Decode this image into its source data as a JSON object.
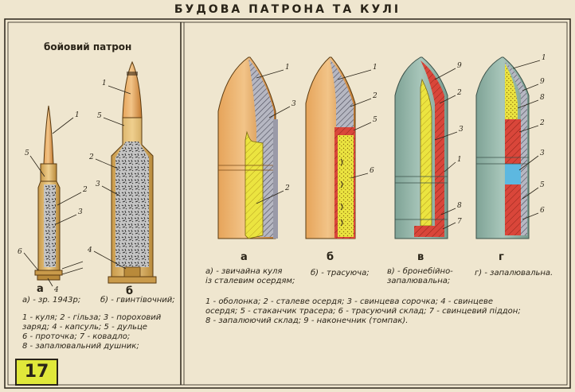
{
  "title": "БУДОВА ПАТРОНА ТА КУЛІ",
  "left_heading": "бойовий патрон",
  "letters": {
    "a": "а",
    "b": "б",
    "v": "в",
    "g": "г"
  },
  "left_captions": {
    "a": "а) - зр. 1943р;",
    "b": "б) - гвинтівочний;"
  },
  "left_legend": "1 - куля;  2 - гільза;  3 - пороховий\nзаряд;  4 - капсуль;  5 - дульце\n6 - проточка;  7 - ковадло;\n8 - запалювальний душник;",
  "right_captions": {
    "a": "а) - звичайна куля\nіз сталевим осердям;",
    "b": "б) - трасуюча;",
    "v": "в) - бронебійно-\nзапалювальна;",
    "g": "г) - запалювальна."
  },
  "right_legend": "1 - оболонка;  2 - сталеве осердя;  3 - свинцева сорочка;  4 - свинцеве\nосердя;  5 - стаканчик трасера;  6 - трасуючий склад;  7 - свинцевий піддон;\n8 - запалюючий склад;  9 - наконечник (томпак).",
  "page_number": "17",
  "callouts": {
    "c1": "1",
    "c2": "2",
    "c3": "3",
    "c4": "4",
    "c5": "5",
    "c6": "6",
    "c7": "7",
    "c8": "8",
    "c9": "9"
  },
  "colors": {
    "background": "#efe6cf",
    "copper": "#d98a3a",
    "steel_core": "#e8e33a",
    "jacket_hatch": "#9a9aa8",
    "green_tip": "#8fb3a6",
    "red_charge": "#d9463a",
    "page_badge": "#e0e83a"
  }
}
